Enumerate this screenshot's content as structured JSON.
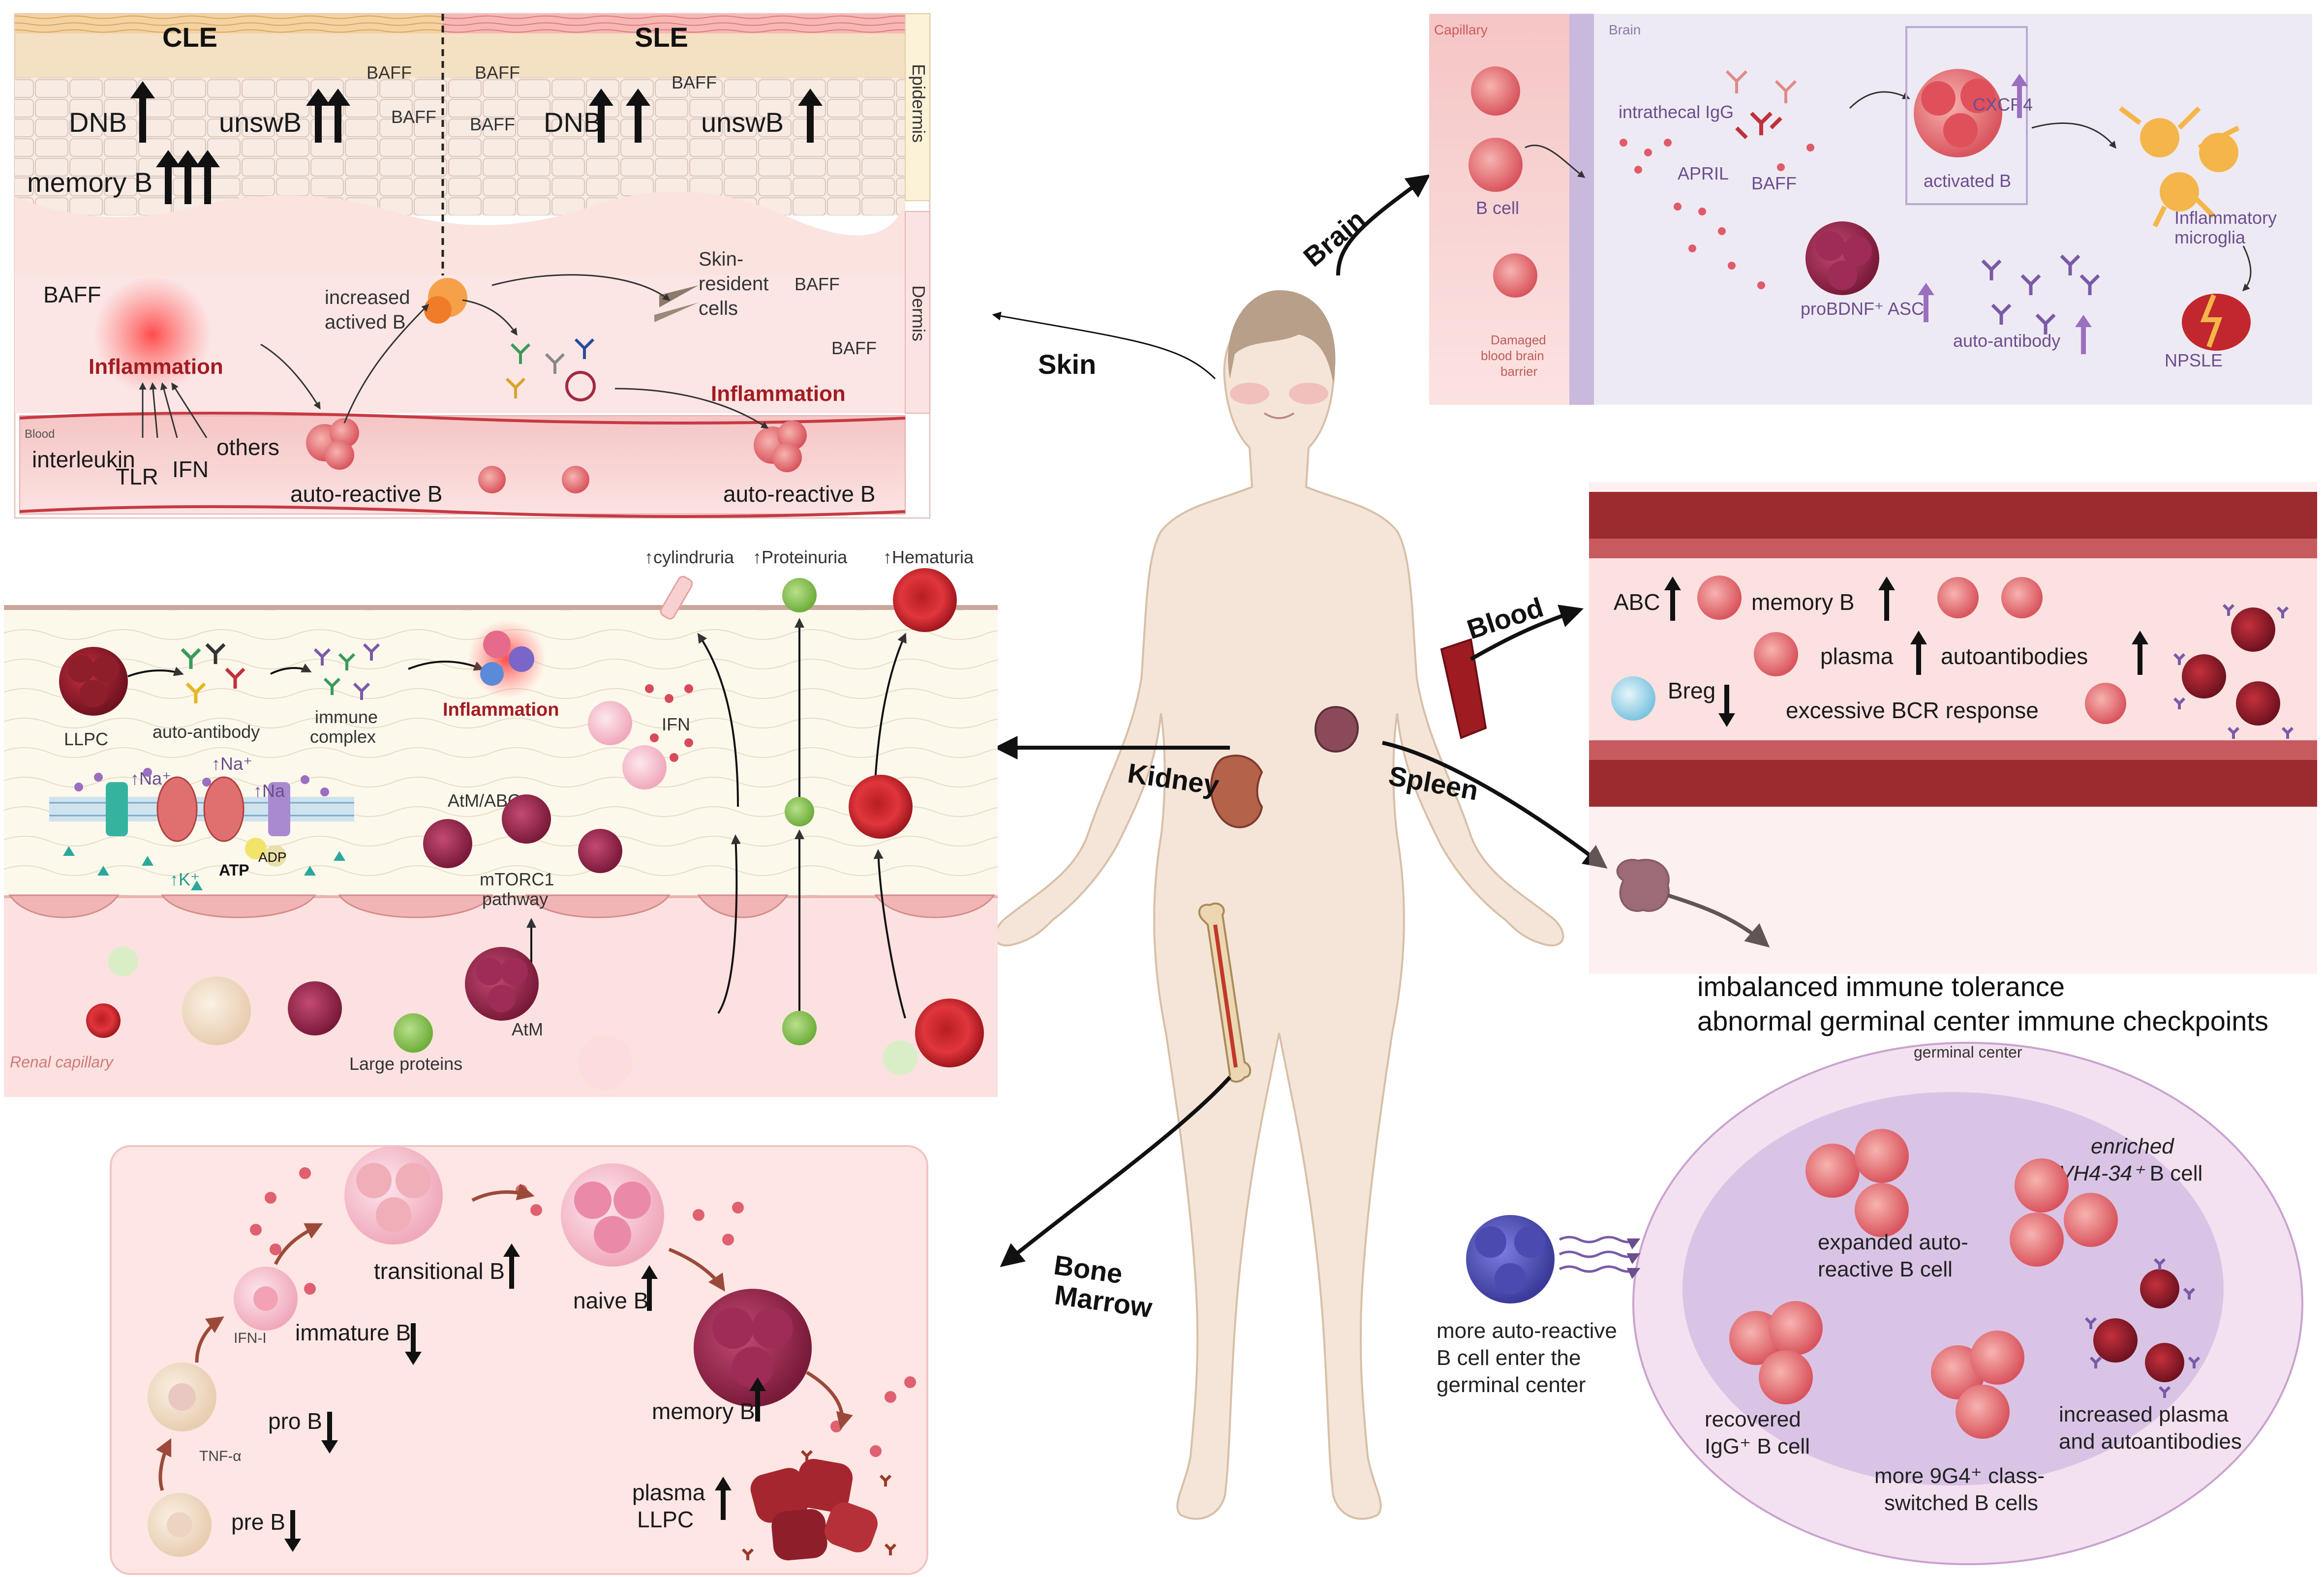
{
  "skin": {
    "organ": "Skin",
    "cle": "CLE",
    "sle": "SLE",
    "epidermis": "Epidermis",
    "dermis": "Dermis",
    "baff": "BAFF",
    "dnb": "DNB",
    "unswb": "unswB",
    "memory_b": "memory B",
    "inflammation": "Inflammation",
    "increased_active_b": [
      "increased",
      "actived  B"
    ],
    "skin_resident": [
      "Skin-",
      "resident",
      "cells"
    ],
    "blood": "Blood",
    "interleukin": "interleukin",
    "tlr": "TLR",
    "ifn": "IFN",
    "others": "others",
    "auto_reactive_b": "auto-reactive B"
  },
  "brain": {
    "organ": "Brain",
    "capillary": "Capillary",
    "brain": "Brain",
    "intrathecal_igg": "intrathecal IgG",
    "april": "APRIL",
    "baff": "BAFF",
    "cxcr4": "CXCR4",
    "activated_b": "activated B",
    "b_cell": "B cell",
    "inflammatory_microglia": [
      "Inflammatory",
      "microglia"
    ],
    "probdnf_asc": "proBDNF⁺ ASC",
    "auto_antibody": "auto-antibody",
    "npsle": "NPSLE",
    "damaged_bbb": [
      "Damaged",
      "blood brain",
      "barrier"
    ]
  },
  "blood": {
    "organ": "Blood",
    "abc": "ABC",
    "memory_b": "memory B",
    "plasma": "plasma",
    "autoantibodies": "autoantibodies",
    "breg": "Breg",
    "excessive_bcr": "excessive BCR response"
  },
  "kidney": {
    "organ": "Kidney",
    "cylindruria": "↑cylindruria",
    "proteinuria": "↑Proteinuria",
    "hematuria": "↑Hematuria",
    "llpc": "LLPC",
    "auto_antibody": "auto-antibody",
    "immune_complex": [
      "immune",
      "complex"
    ],
    "inflammation": "Inflammation",
    "ifn": "IFN",
    "na1": "↑Na⁺",
    "na2": "↑Na⁺",
    "na3": "↑Na",
    "atp": "ATP",
    "adp": "ADP",
    "k": "↑K⁺",
    "atm_abc": "AtM/ABC",
    "mtorc1": [
      "mTORC1",
      "pathway"
    ],
    "atm": "AtM",
    "renal_capillary": "Renal capillary",
    "large_proteins": "Large proteins"
  },
  "spleen": {
    "organ": "Spleen",
    "line1": "imbalanced immune tolerance",
    "line2": "abnormal germinal center immune checkpoints",
    "germinal_center": "germinal center",
    "enriched": "enriched",
    "vh434": "VH4-34⁺",
    "vh434_suffix": " B cell",
    "expanded": [
      "expanded auto-",
      "reactive B cell"
    ],
    "more_enter": [
      "more auto-reactive",
      "B cell enter the",
      "germinal center"
    ],
    "recovered": [
      "recovered",
      "IgG⁺ B cell"
    ],
    "class_switched": [
      "more 9G4⁺ class-",
      "switched B cells"
    ],
    "increased_plasma": [
      "increased plasma",
      "and autoantibodies"
    ]
  },
  "bone_marrow": {
    "organ": [
      "Bone",
      "Marrow"
    ],
    "transitional": "transitional  B",
    "naive": "naive B",
    "immature": "immature B",
    "ifn_i": "IFN-I",
    "memory": "memory B",
    "pro_b": "pro B",
    "tnf": "TNF-α",
    "pre_b": "pre B",
    "plasma_llpc": [
      "plasma",
      "LLPC"
    ]
  },
  "colors": {
    "skin_pink": "#f8d9d6",
    "blood_red": "#b3333a",
    "brain_bg": "#eeeaf3",
    "cell_red": "#e06068",
    "plasma_dark": "#8e1f3a",
    "germinal_purple": "#d9c4e6"
  }
}
